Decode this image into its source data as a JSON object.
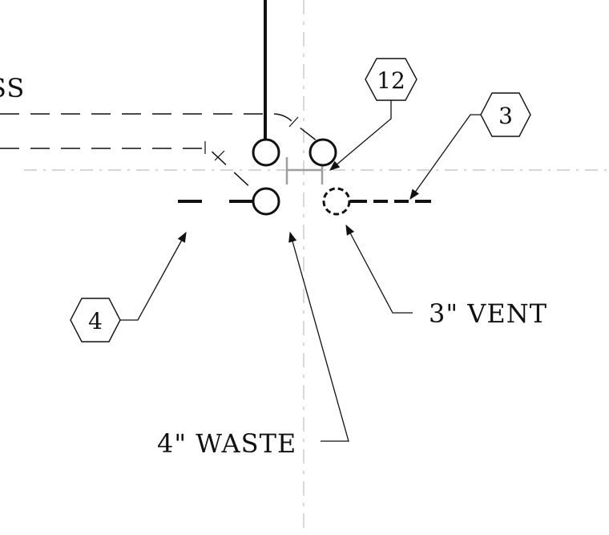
{
  "diagram": {
    "partial_left_text": "SS",
    "labels": {
      "waste": "4\" WASTE",
      "vent": "3\" VENT"
    },
    "tags": {
      "tag_12": "12",
      "tag_3": "3",
      "tag_4": "4"
    }
  }
}
